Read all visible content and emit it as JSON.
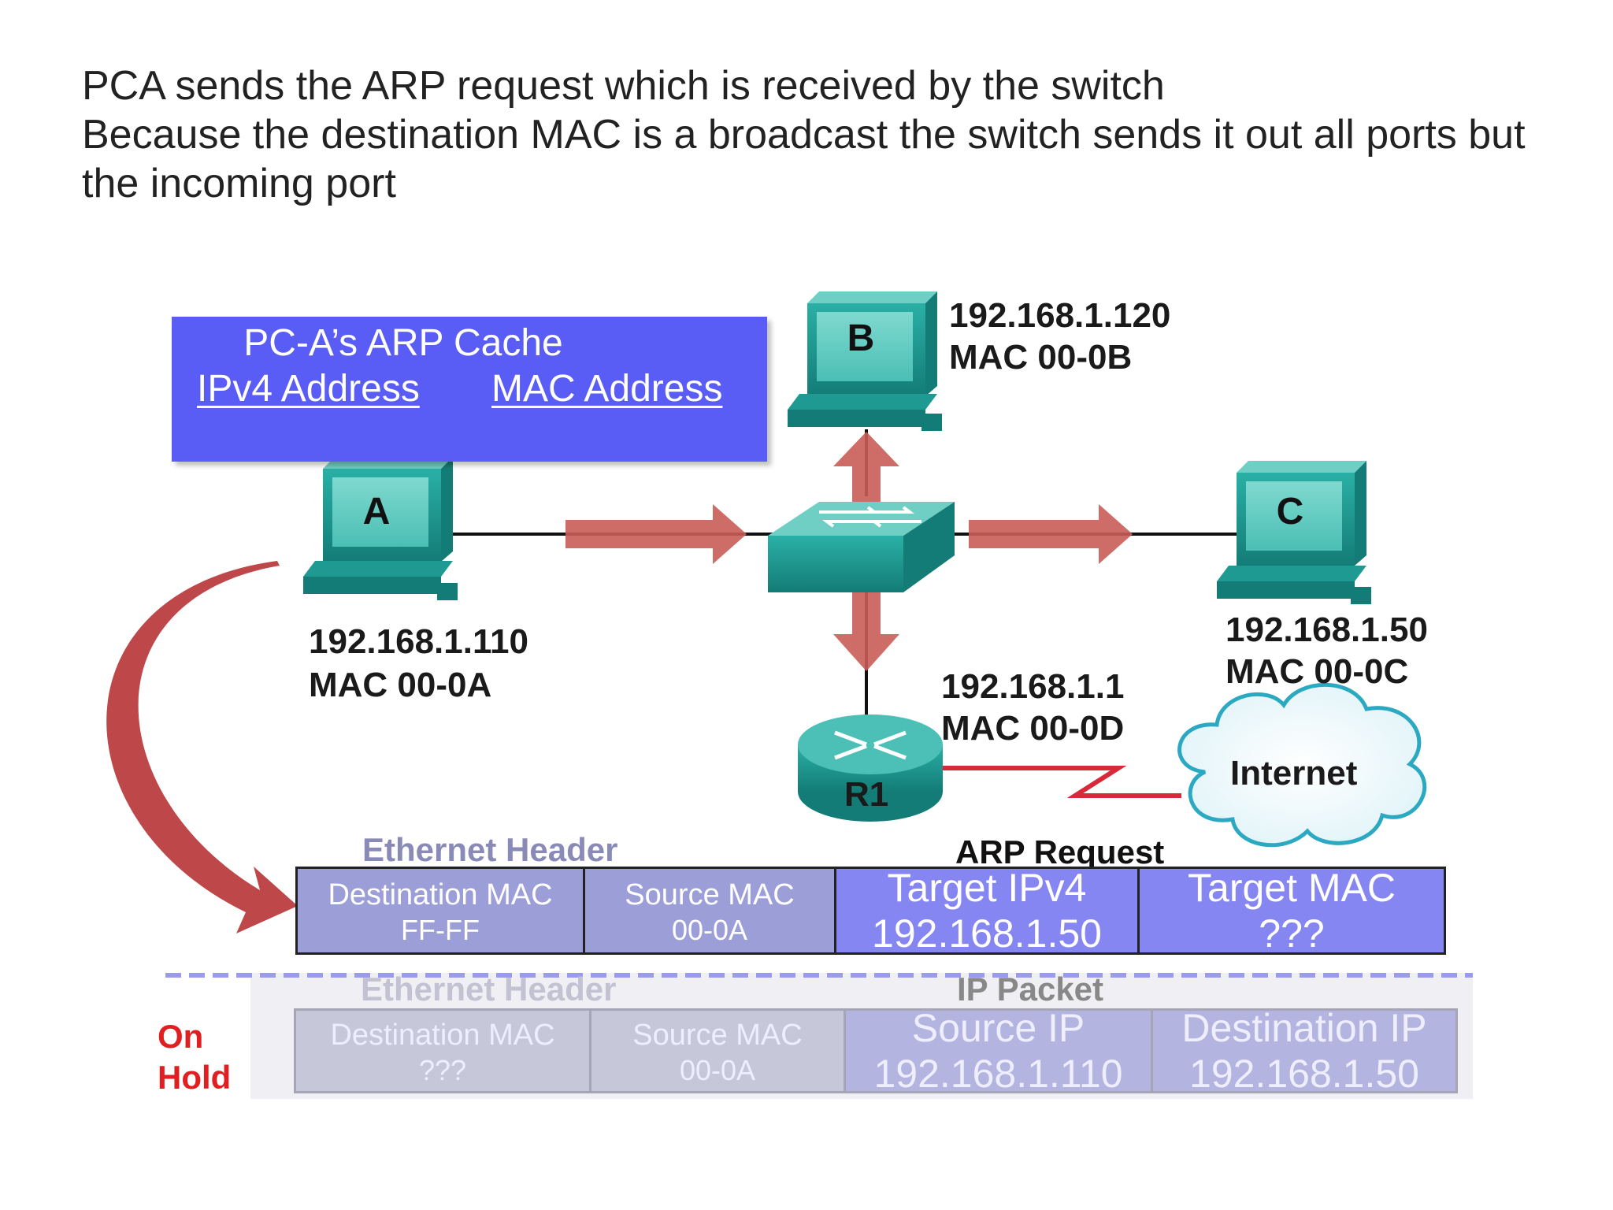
{
  "intro": {
    "line1": "PCA sends the ARP request which is received by the switch",
    "line2": "Because the destination MAC is a broadcast the switch sends it out all ports but",
    "line3": "the incoming port"
  },
  "arp_cache": {
    "title": "PC-A’s ARP Cache",
    "col_ip": "IPv4 Address",
    "col_mac": "MAC Address"
  },
  "hosts": {
    "a": {
      "letter": "A",
      "ip": "192.168.1.110",
      "mac": "MAC 00-0A"
    },
    "b": {
      "letter": "B",
      "ip": "192.168.1.120",
      "mac": "MAC 00-0B"
    },
    "c": {
      "letter": "C",
      "ip": "192.168.1.50",
      "mac": "MAC 00-0C"
    },
    "r1": {
      "name": "R1",
      "ip": "192.168.1.1",
      "mac": "MAC 00-0D"
    }
  },
  "internet_label": "Internet",
  "arp_frame": {
    "ethernet_header_label": "Ethernet Header",
    "arp_request_label": "ARP Request",
    "cells": [
      {
        "title": "Destination MAC",
        "value": "FF-FF"
      },
      {
        "title": "Source MAC",
        "value": "00-0A"
      },
      {
        "title": "Target IPv4",
        "value": "192.168.1.50"
      },
      {
        "title": "Target MAC",
        "value": "???"
      }
    ]
  },
  "held_frame": {
    "on_hold_line1": "On",
    "on_hold_line2": "Hold",
    "ethernet_header_label": "Ethernet Header",
    "ip_packet_label": "IP Packet",
    "cells": [
      {
        "title": "Destination MAC",
        "value": "???"
      },
      {
        "title": "Source MAC",
        "value": "00-0A"
      },
      {
        "title": "Source IP",
        "value": "192.168.1.110"
      },
      {
        "title": "Destination IP",
        "value": "192.168.1.50"
      }
    ]
  },
  "colors": {
    "cache_bg": "#5a5cf6",
    "device_teal": "#1e9a92",
    "arrow_red": "#c95d57",
    "wan_link": "#d8283a",
    "on_hold": "#e02020"
  }
}
